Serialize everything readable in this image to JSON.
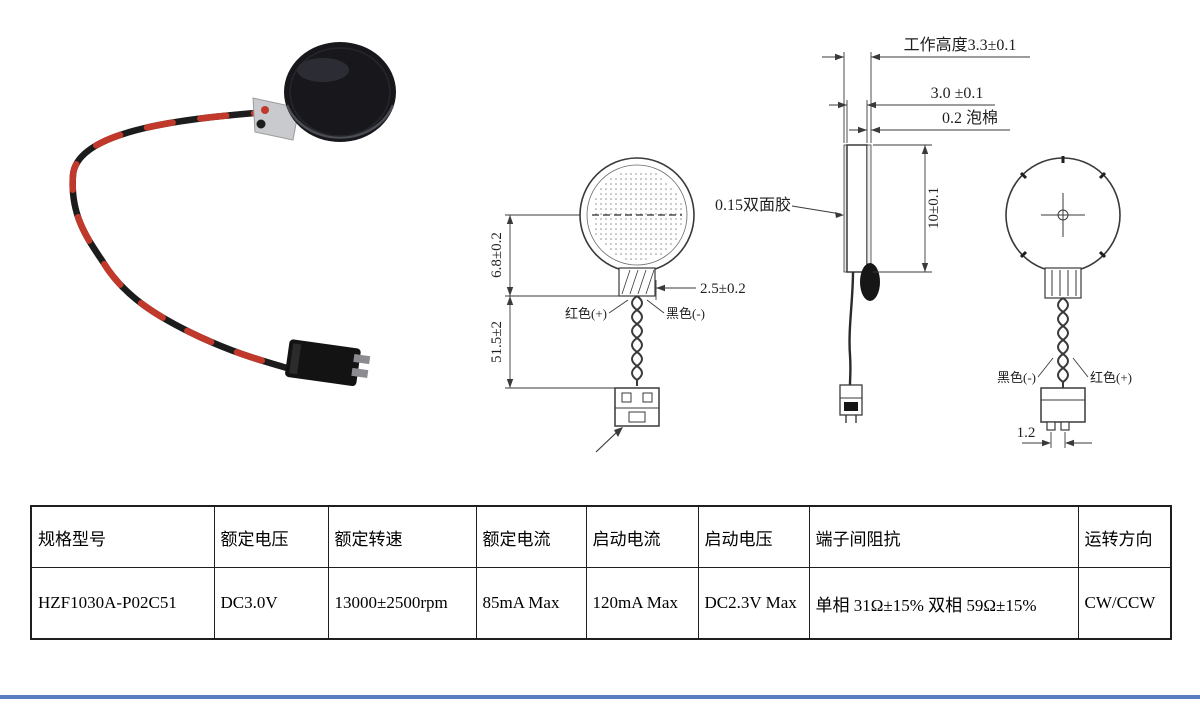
{
  "drawings": {
    "front": {
      "dim_body_height": "6.8±0.2",
      "dim_lead_length": "51.5±2",
      "dim_lead_offset": "2.5±0.2",
      "label_red_wire": "红色(+)",
      "label_black_wire": "黑色(-)"
    },
    "side": {
      "dim_total_height": "工作高度3.3±0.1",
      "dim_body_thickness": "3.0 ±0.1",
      "dim_foam": "0.2 泡棉",
      "label_adhesive": "0.15双面胶",
      "dim_diameter": "10±0.1"
    },
    "back": {
      "label_black_wire": "黑色(-)",
      "label_red_wire": "红色(+)",
      "dim_pin_pitch": "1.2"
    }
  },
  "spec_table": {
    "headers": [
      "规格型号",
      "额定电压",
      "额定转速",
      "额定电流",
      "启动电流",
      "启动电压",
      "端子间阻抗",
      "运转方向"
    ],
    "row": [
      "HZF1030A-P02C51",
      "DC3.0V",
      "13000±2500rpm",
      "85mA Max",
      "120mA Max",
      "DC2.3V Max",
      "单相 31Ω±15% 双相 59Ω±15%",
      "CW/CCW"
    ]
  },
  "colors": {
    "red_wire": "#c0392b",
    "black_wire": "#1c1c1c",
    "drawing_line": "#3a3a3a",
    "bottom_rule": "#5a7fc0"
  }
}
